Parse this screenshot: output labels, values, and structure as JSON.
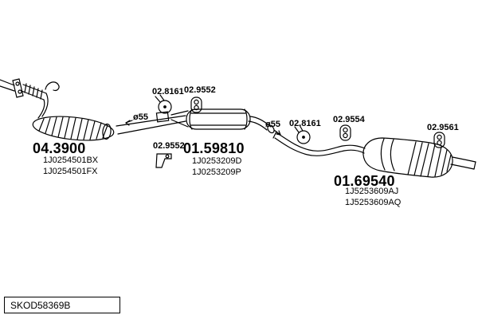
{
  "diagram": {
    "sections": [
      {
        "name": "front-catalyst-downpipe",
        "part_number": "04.3900",
        "oe_codes": [
          "1J0254501BX",
          "1J0254501FX"
        ]
      },
      {
        "name": "middle-silencer",
        "part_number": "01.59810",
        "oe_codes": [
          "1J0253209D",
          "1J0253209P"
        ]
      },
      {
        "name": "rear-silencer",
        "part_number": "01.69540",
        "oe_codes": [
          "1J5253609AJ",
          "1J5253609AQ"
        ]
      }
    ],
    "fittings": [
      {
        "name": "front-clamp",
        "label": "02.8161",
        "icon": "clamp-icon"
      },
      {
        "name": "front-hanger",
        "label": "02.9552",
        "icon": "hanger-icon"
      },
      {
        "name": "front-bracket",
        "label": "02.9552",
        "icon": "bracket-icon"
      },
      {
        "name": "rear-clamp",
        "label": "02.8161",
        "icon": "clamp-icon"
      },
      {
        "name": "middle-hanger",
        "label": "02.9554",
        "icon": "hanger-icon"
      },
      {
        "name": "rear-hanger",
        "label": "02.9561",
        "icon": "hanger-icon"
      }
    ],
    "pipe_diameters": [
      {
        "name": "front-pipe",
        "label": "ø55"
      },
      {
        "name": "rear-pipe",
        "label": "ø55"
      }
    ]
  },
  "footer": {
    "drawing_code": "SKOD58369B"
  },
  "colors": {
    "line": "#000000",
    "text": "#000000",
    "background": "#ffffff"
  }
}
